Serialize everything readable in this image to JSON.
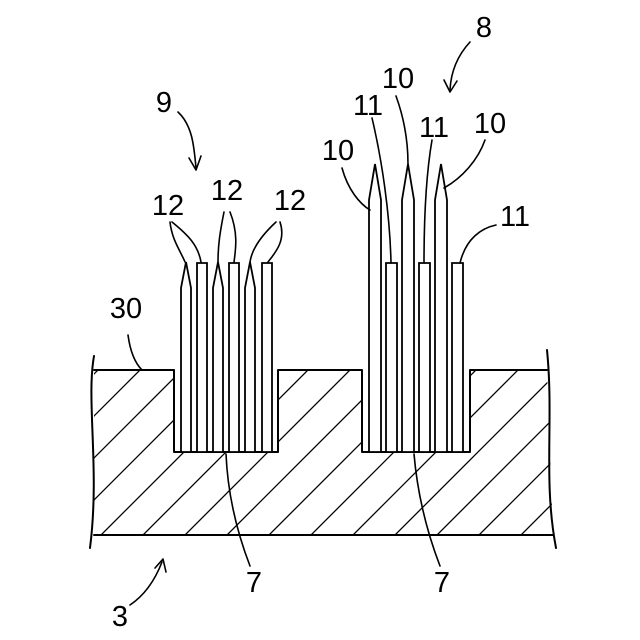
{
  "figure": {
    "labels": {
      "brush_8": "8",
      "brush_9": "9",
      "bristle_10_a": "10",
      "bristle_10_b": "10",
      "bristle_10_c": "10",
      "bristle_11_a": "11",
      "bristle_11_b": "11",
      "bristle_11_c": "11",
      "bristle_12_a": "12",
      "bristle_12_b": "12",
      "bristle_12_c": "12",
      "surface_30": "30",
      "hole_7_left": "7",
      "hole_7_right": "7",
      "base_3": "3"
    }
  }
}
